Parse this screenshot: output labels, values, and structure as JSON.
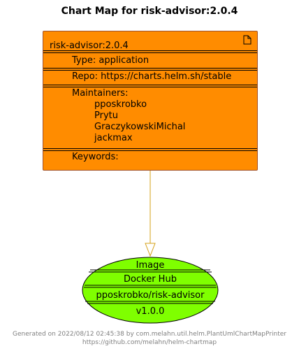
{
  "title": "Chart Map for risk-advisor:2.0.4",
  "chart": {
    "name": "risk-advisor:2.0.4",
    "type_label": "Type: application",
    "repo_label": "Repo: https://charts.helm.sh/stable",
    "maintainers_label": "Maintainers:",
    "maintainers": [
      "pposkrobko",
      "Prytu",
      "GraczykowskiMichal",
      "jackmax"
    ],
    "keywords_label": "Keywords:",
    "icon": "file-icon",
    "fill_color": "#ff8c00"
  },
  "image": {
    "stereotype": "Image",
    "registry": "Docker Hub",
    "repository": "pposkrobko/risk-advisor",
    "tag": "v1.0.0",
    "fill_color": "#7fff00"
  },
  "footer": {
    "line1": "Generated on 2022/08/12 02:45:38 by com.melahn.util.helm.PlantUmlChartMapPrinter",
    "line2": "https://github.com/melahn/helm-chartmap"
  }
}
